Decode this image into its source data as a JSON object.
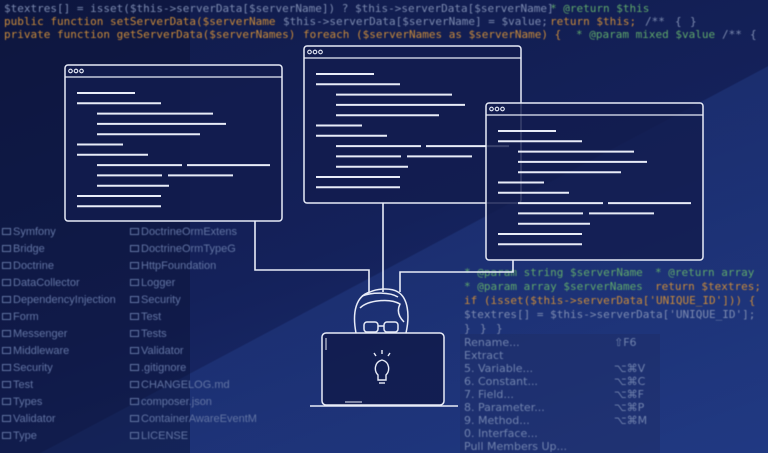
{
  "background": {
    "file_tree": [
      "Symfony",
      "Bridge",
      "Doctrine",
      "DataCollector",
      "DependencyInjection",
      "Form",
      "Messenger",
      "Middleware",
      "Security",
      "Test",
      "Types",
      "Validator",
      "Type",
      "DoctrineOrmExtens",
      "DoctrineOrmTypeG",
      "HttpFoundation",
      "Logger",
      "Security",
      "Test",
      "Tests",
      "Validator",
      ".gitignore",
      "CHANGELOG.md",
      "composer.json",
      "ContainerAwareEventM",
      "LICENSE"
    ],
    "code_lines": [
      {
        "text": "/**",
        "color": "#7d8bb0"
      },
      {
        "text": " * @param  string $serverName",
        "color": "#5fa86a"
      },
      {
        "text": " * @param  mixed $value",
        "color": "#5fa86a"
      },
      {
        "text": " * @return $this",
        "color": "#5fa86a"
      },
      {
        "text": "public function setServerData($serverName",
        "color": "#c98a3a"
      },
      {
        "text": "{",
        "color": "#7d8bb0"
      },
      {
        "text": "    $this->serverData[$serverName] = $value;",
        "color": "#7d8bb0"
      },
      {
        "text": "    return $this;",
        "color": "#c98a3a"
      },
      {
        "text": "}",
        "color": "#7d8bb0"
      },
      {
        "text": "/**",
        "color": "#7d8bb0"
      },
      {
        "text": " * @param  array $serverNames",
        "color": "#5fa86a"
      },
      {
        "text": " * @return array",
        "color": "#5fa86a"
      },
      {
        "text": "private function getServerData($serverNames)",
        "color": "#c98a3a"
      },
      {
        "text": "{",
        "color": "#7d8bb0"
      },
      {
        "text": "    foreach ($serverNames as $serverName) {",
        "color": "#c98a3a"
      },
      {
        "text": "        $textres[] = isset($this->serverData[$serverName]) ? $this->serverData[$serverName]",
        "color": "#7d8bb0"
      },
      {
        "text": "    }",
        "color": "#7d8bb0"
      },
      {
        "text": "    if (isset($this->serverData['UNIQUE_ID'])) {",
        "color": "#c98a3a"
      },
      {
        "text": "        $textres[] = $this->serverData['UNIQUE_ID'];",
        "color": "#7d8bb0"
      },
      {
        "text": "    }",
        "color": "#7d8bb0"
      },
      {
        "text": "    return $textres;",
        "color": "#c98a3a"
      },
      {
        "text": "}",
        "color": "#7d8bb0"
      }
    ],
    "refactor_menu": [
      {
        "label": "Rename...",
        "shortcut": "⇧F6"
      },
      {
        "label": "Extract",
        "shortcut": ""
      },
      {
        "label": "5. Variable...",
        "shortcut": "⌥⌘V"
      },
      {
        "label": "6. Constant...",
        "shortcut": "⌥⌘C"
      },
      {
        "label": "7. Field...",
        "shortcut": "⌥⌘F"
      },
      {
        "label": "8. Parameter...",
        "shortcut": "⌥⌘P"
      },
      {
        "label": "9. Method...",
        "shortcut": "⌥⌘M"
      },
      {
        "label": "0. Interface...",
        "shortcut": ""
      },
      {
        "label": "Pull Members Up...",
        "shortcut": ""
      }
    ]
  },
  "colors": {
    "background": "#121d4e",
    "line_art": "#e8ecf8",
    "accent": "#1c3278"
  },
  "icons": {
    "window_controls": "three-dots-icon",
    "person": "developer-icon",
    "laptop": "laptop-icon",
    "idea": "lightbulb-icon"
  }
}
